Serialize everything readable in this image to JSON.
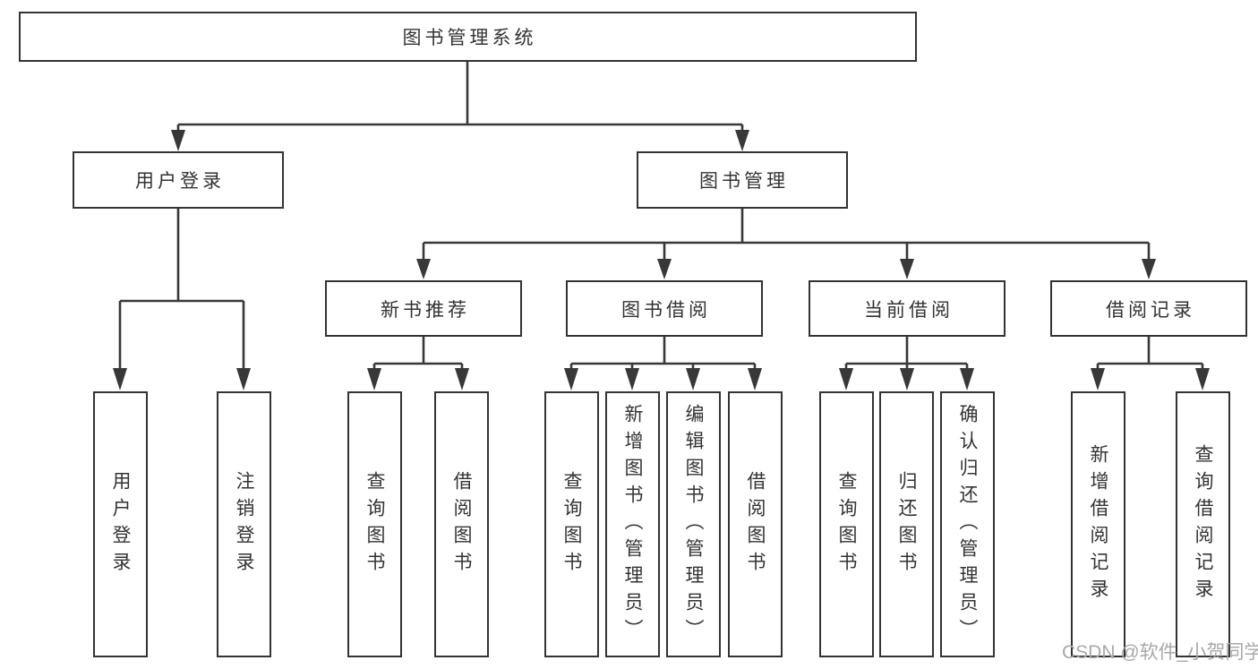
{
  "page": {
    "background": "#ffffff",
    "line_color": "#383838",
    "border_color": "#333333",
    "text_color": "#333333"
  },
  "watermark": {
    "text": "CSDN @软件_小贺同学",
    "color": "#a8a8a8"
  },
  "tree": {
    "root": {
      "label": "图书管理系统"
    },
    "branches": [
      {
        "label": "用户登录",
        "children_labels": [
          "用户登录",
          "注销登录"
        ]
      },
      {
        "label": "图书管理"
      }
    ],
    "modules": [
      {
        "label": "新书推荐",
        "children_labels": [
          "查询图书",
          "借阅图书"
        ]
      },
      {
        "label": "图书借阅",
        "children_labels": [
          "查询图书",
          "新增图书（管理员）",
          "编辑图书（管理员）",
          "借阅图书"
        ]
      },
      {
        "label": "当前借阅",
        "children_labels": [
          "查询图书",
          "归还图书",
          "确认归还（管理员）"
        ]
      },
      {
        "label": "借阅记录",
        "children_labels": [
          "新增借阅记录",
          "查询借阅记录"
        ]
      }
    ]
  }
}
